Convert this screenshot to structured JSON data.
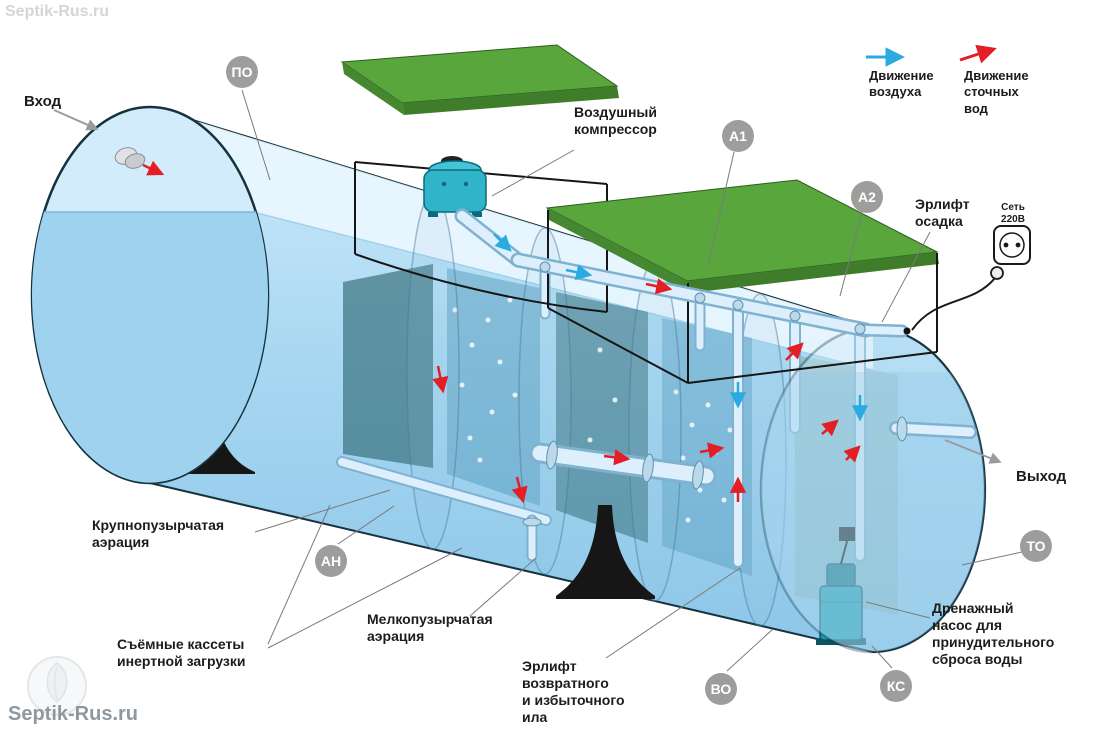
{
  "watermarks": {
    "top_left": "Septik-Rus.ru",
    "bottom_left": "Septik-Rus.ru"
  },
  "legend": {
    "air": {
      "label": "Движение\nвоздуха",
      "color": "#29abe2"
    },
    "waste": {
      "label": "Движение\nсточных\nвод",
      "color": "#e31e24"
    }
  },
  "labels": {
    "inlet": "Вход",
    "outlet": "Выход",
    "compressor": "Воздушный\nкомпрессор",
    "airlift_sludge": "Эрлифт\nосадка",
    "power": "Сеть\n220В",
    "coarse_aeration": "Крупнопузырчатая\nаэрация",
    "inert_cassettes": "Съёмные кассеты\nинертной загрузки",
    "fine_aeration": "Мелкопузырчатая\nаэрация",
    "airlift_return": "Эрлифт\nвозвратного\nи избыточного\nила",
    "drain_pump": "Дренажный\nнасос для\nпринудительного\nсброса воды"
  },
  "badges": [
    {
      "label": "ПО"
    },
    {
      "label": "А1"
    },
    {
      "label": "А2"
    },
    {
      "label": "АН"
    },
    {
      "label": "ТО"
    },
    {
      "label": "ВО"
    },
    {
      "label": "КС"
    }
  ],
  "colors": {
    "air_arrow": "#29abe2",
    "waste_arrow": "#e31e24",
    "lid_green": "#58a63c",
    "tank_blue": "#a9d8f2",
    "badge_gray": "#9d9d9c",
    "compressor_teal": "#30b4c9"
  }
}
